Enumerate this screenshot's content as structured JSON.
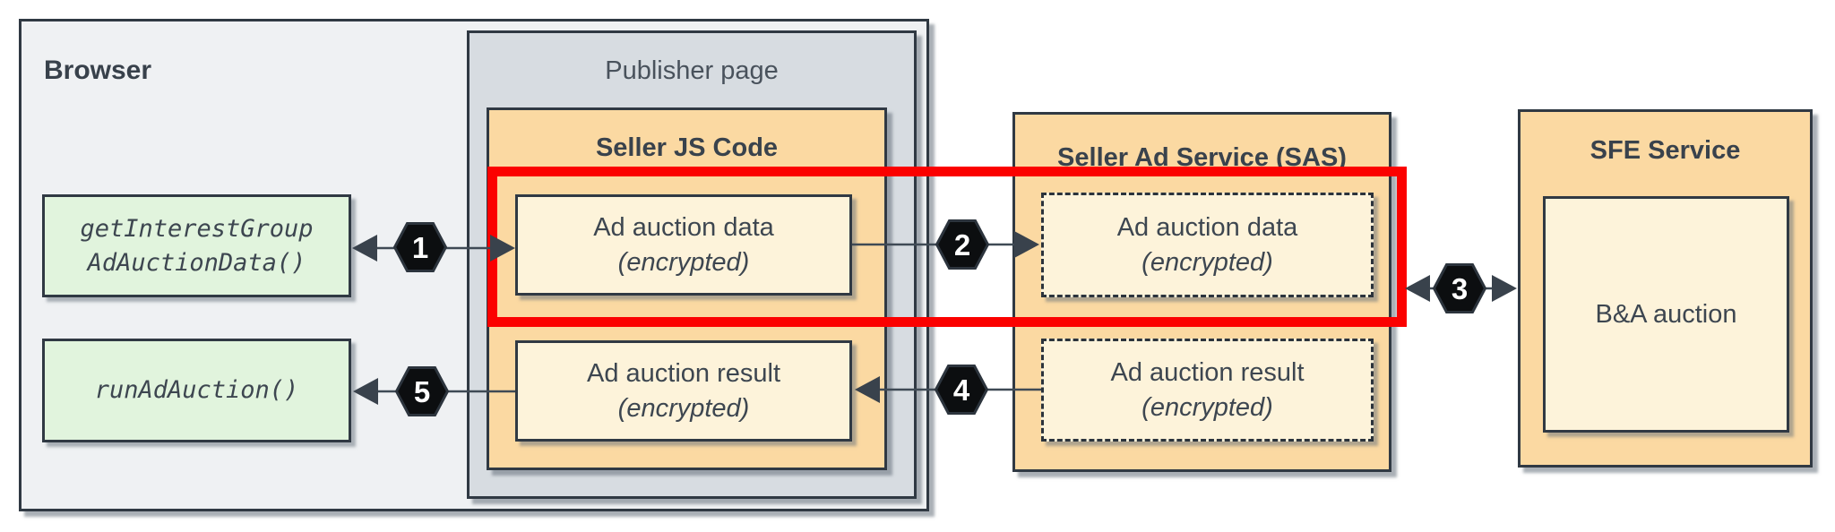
{
  "diagram": {
    "browser": {
      "label": "Browser"
    },
    "browser_apis": {
      "get_interest_group_ad_auction_data": {
        "line1": "getInterestGroup",
        "line2": "AdAuctionData()"
      },
      "run_ad_auction": {
        "label": "runAdAuction()"
      }
    },
    "publisher_page": {
      "label": "Publisher page"
    },
    "seller_js_code": {
      "title": "Seller JS Code",
      "ad_auction_data": {
        "line1": "Ad auction data",
        "line2": "(encrypted)"
      },
      "ad_auction_result": {
        "line1": "Ad auction result",
        "line2": "(encrypted)"
      }
    },
    "seller_ad_service": {
      "title": "Seller Ad Service (SAS)",
      "ad_auction_data": {
        "line1": "Ad auction data",
        "line2": "(encrypted)"
      },
      "ad_auction_result": {
        "line1": "Ad auction result",
        "line2": "(encrypted)"
      }
    },
    "sfe_service": {
      "title": "SFE Service",
      "ba_auction": {
        "label": "B&A auction"
      }
    },
    "steps": [
      {
        "number": "1"
      },
      {
        "number": "2"
      },
      {
        "number": "3"
      },
      {
        "number": "4"
      },
      {
        "number": "5"
      }
    ],
    "colors": {
      "highlight_red": "#fb0100",
      "orange_fill": "#fbd9a2",
      "cream_fill": "#fdf3da",
      "green_fill": "#e1f4dd",
      "publisher_fill": "#d7dce1",
      "browser_fill": "#eff1f3",
      "border_dark": "#303943",
      "text_dark": "#3d4650"
    }
  }
}
